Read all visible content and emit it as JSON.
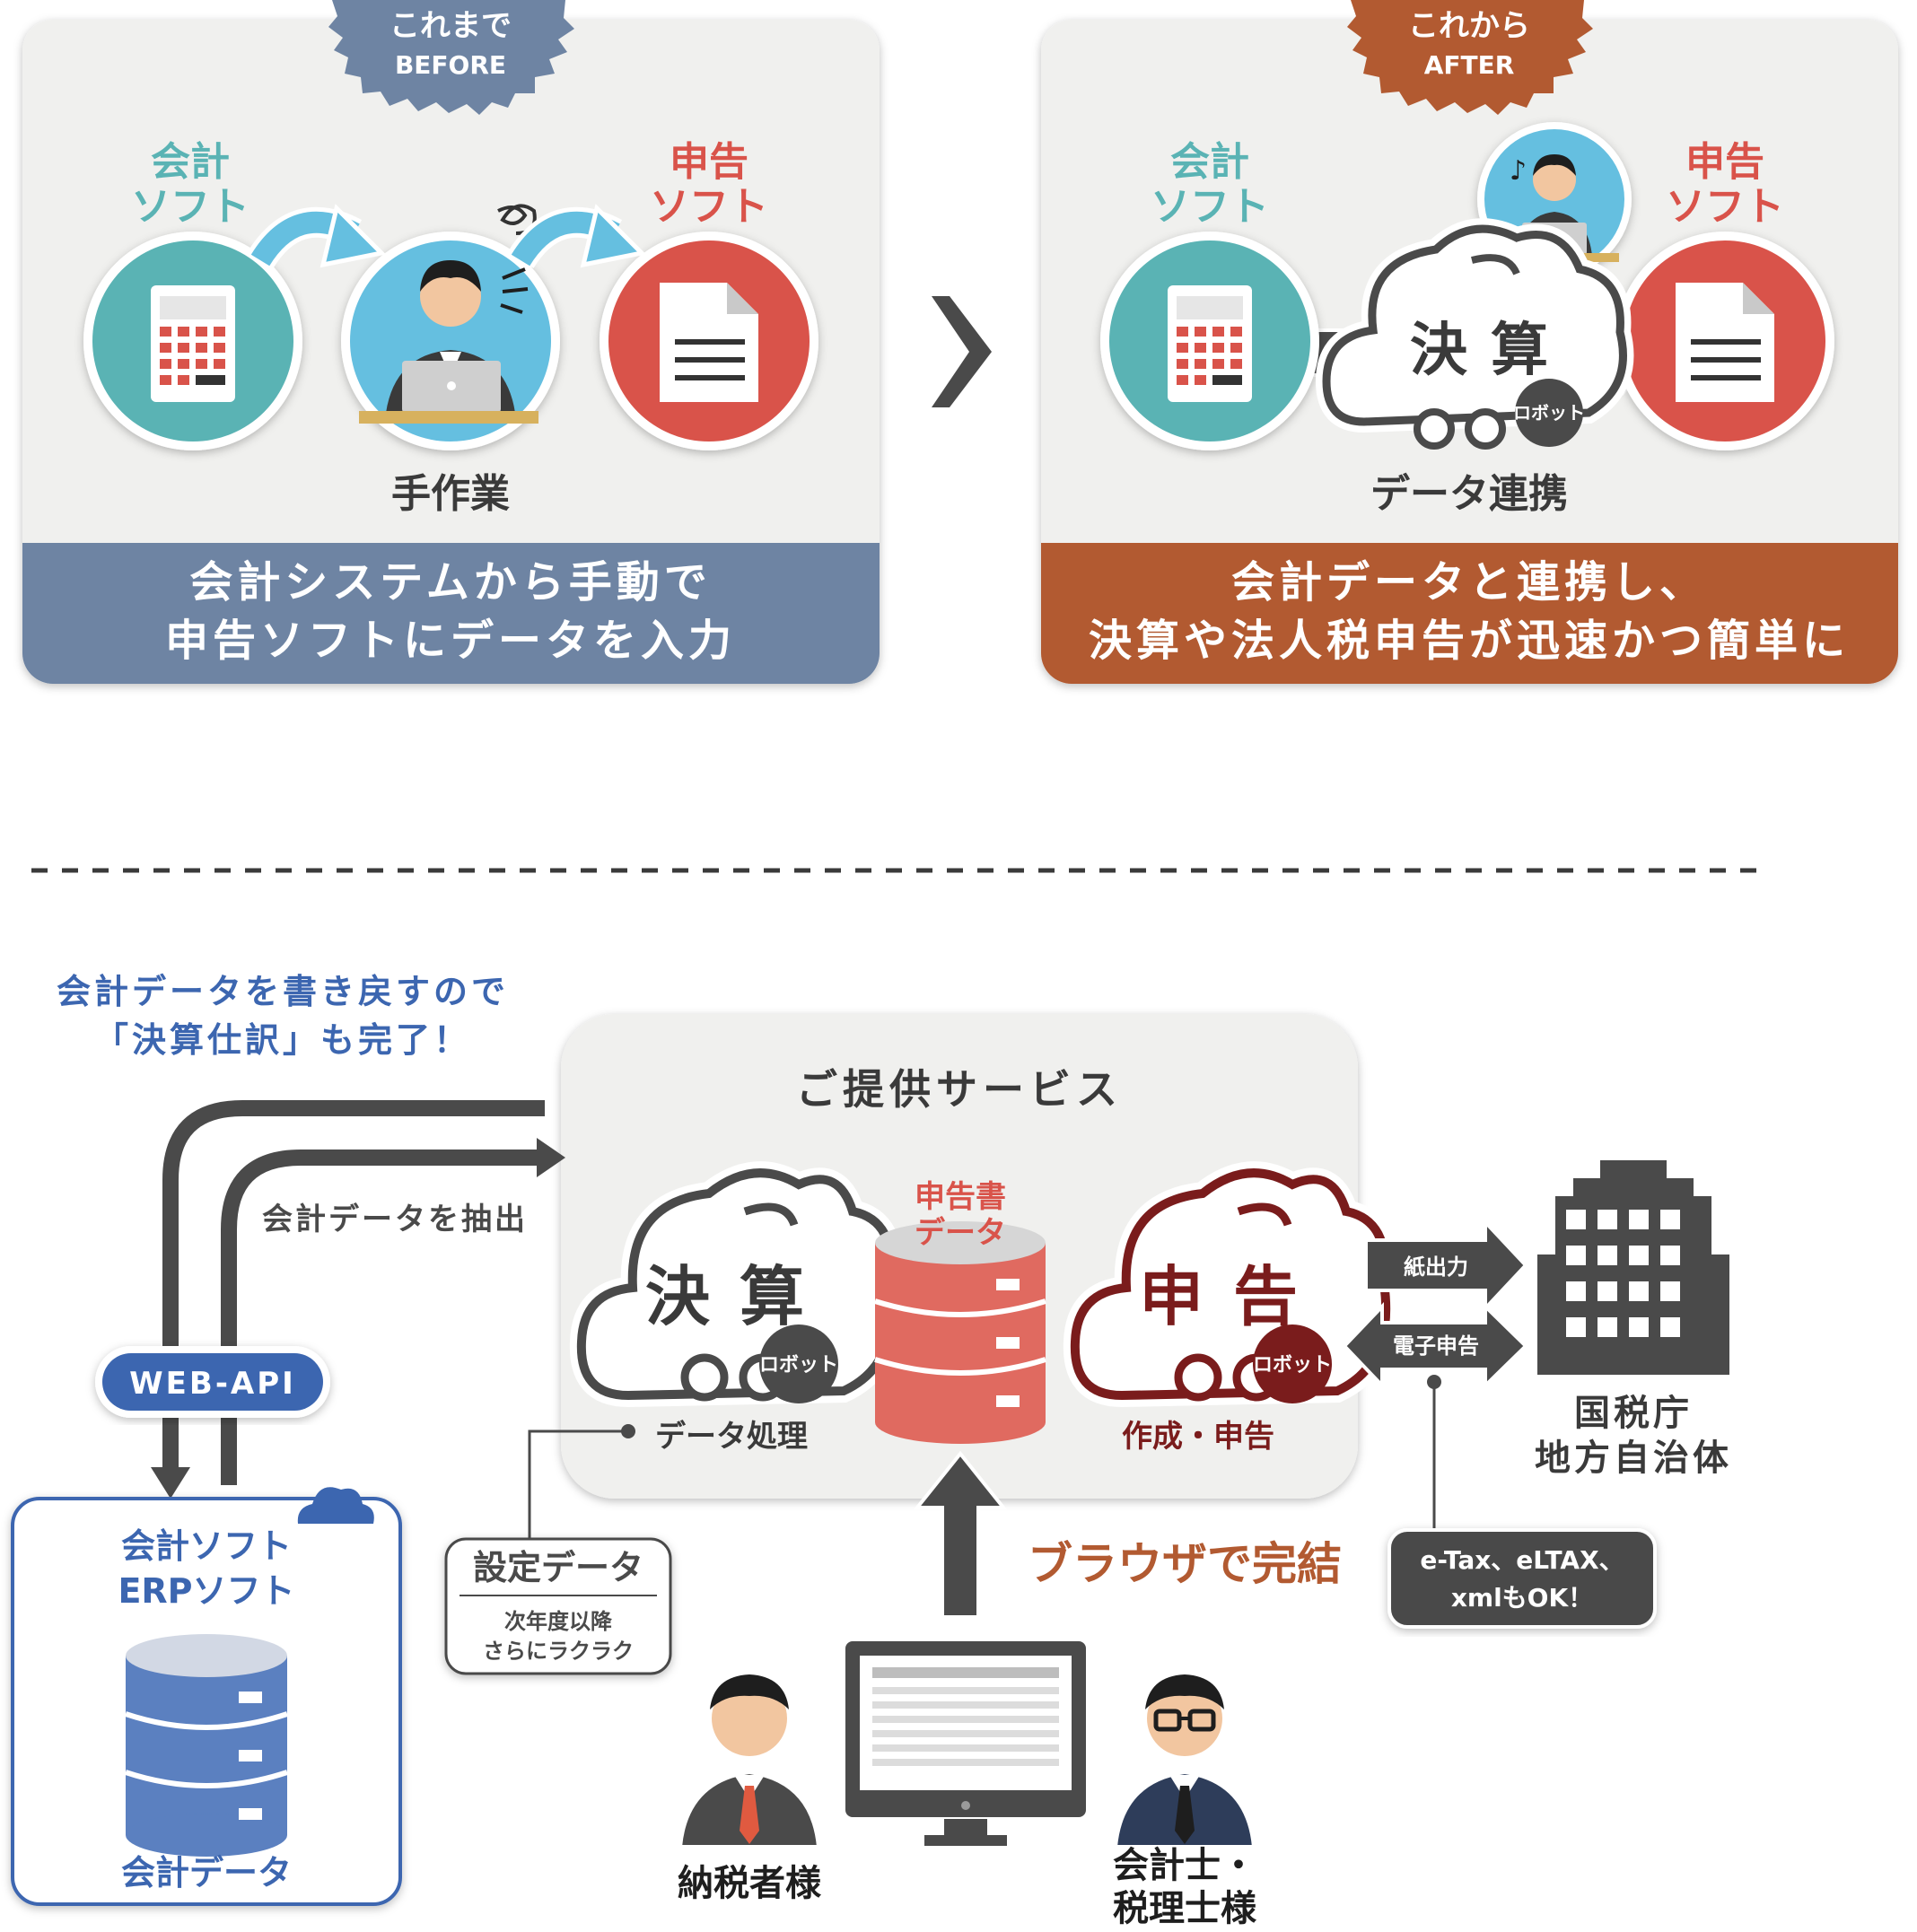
{
  "before": {
    "badge_line1": "これまで",
    "badge_line2": "BEFORE",
    "accounting_soft_line1": "会計",
    "accounting_soft_line2": "ソフト",
    "filing_soft_line1": "申告",
    "filing_soft_line2": "ソフト",
    "manual_label": "手作業",
    "banner_line1": "会計システムから手動で",
    "banner_line2": "申告ソフトにデータを入力"
  },
  "after": {
    "badge_line1": "これから",
    "badge_line2": "AFTER",
    "accounting_soft_line1": "会計",
    "accounting_soft_line2": "ソフト",
    "filing_soft_line1": "申告",
    "filing_soft_line2": "ソフト",
    "robot_word1": "決",
    "robot_word2": "算",
    "robot_tag": "ロボット",
    "link_label": "データ連携",
    "banner_line1": "会計データと連携し、",
    "banner_line2": "決算や法人税申告が迅速かつ簡単に"
  },
  "flow": {
    "writeback_line1": "会計データを書き戻すので",
    "writeback_line2": "「決算仕訳」も完了！",
    "extract_label": "会計データを抽出",
    "webapi_label": "WEB-API",
    "erp_line1": "会計ソフト",
    "erp_line2": "ERPソフト",
    "erp_data_label": "会計データ",
    "service_title": "ご提供サービス",
    "kessan_word1": "決",
    "kessan_word2": "算",
    "shinkoku_word1": "申",
    "shinkoku_word2": "告",
    "robot_tag": "ロボット",
    "data_processing": "データ処理",
    "return_data_line1": "申告書",
    "return_data_line2": "データ",
    "create_file": "作成・申告",
    "settings_title": "設定データ",
    "settings_line1": "次年度以降",
    "settings_line2": "さらにラクラク",
    "browser_label": "ブラウザで完結",
    "paper_output": "紙出力",
    "e_filing": "電子申告",
    "authority_line1": "国税庁",
    "authority_line2": "地方自治体",
    "etax_line1": "e-Tax、eLTAX、",
    "etax_line2": "xmlもOK！",
    "taxpayer": "納税者様",
    "accountant_line1": "会計士・",
    "accountant_line2": "税理士様"
  },
  "colors": {
    "teal": "#5ab3b4",
    "red": "#d9534a",
    "sky": "#65bfe0",
    "slate": "#6e84a3",
    "rust": "#b25a31",
    "dark_red": "#7a1c1c",
    "blue": "#3c66b0",
    "gray_dark": "#4a4a4a"
  }
}
